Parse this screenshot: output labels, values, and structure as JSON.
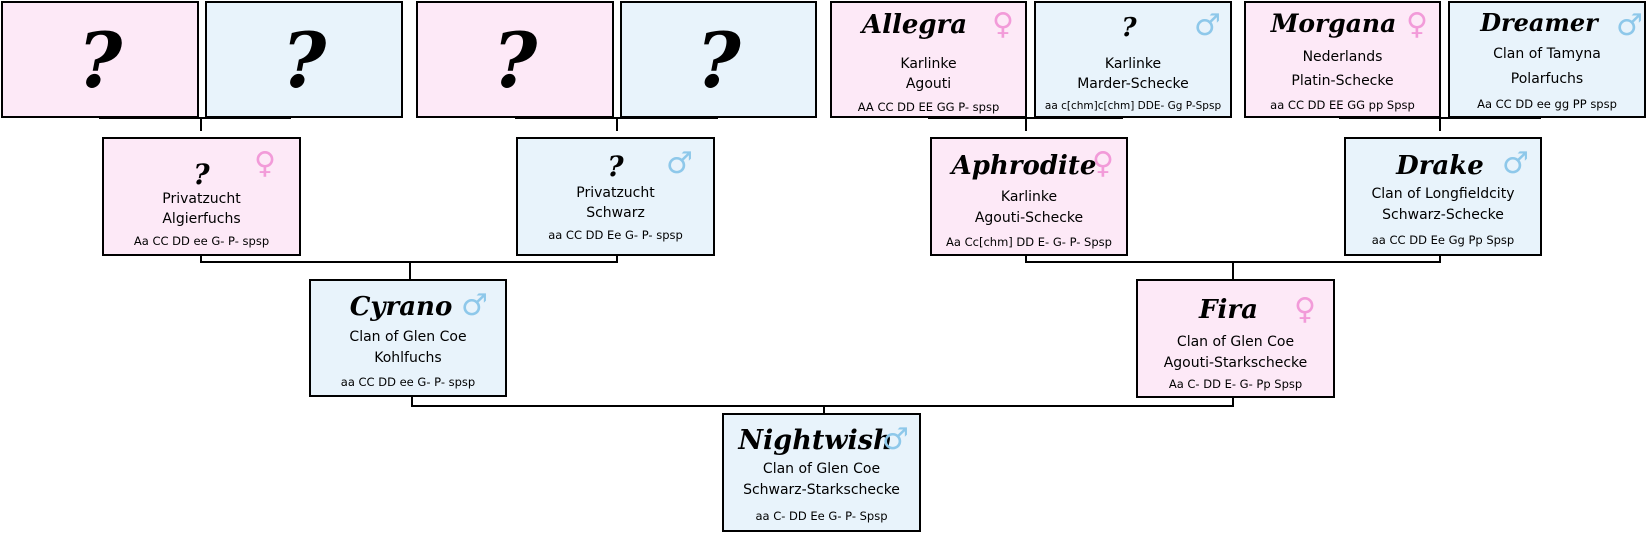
{
  "diagram_title": "",
  "symbols": {
    "female": "♀",
    "male": "♂",
    "unknown": "?"
  },
  "colors": {
    "female_bg": "#fde9f7",
    "male_bg": "#e8f3fb",
    "female_symbol": "#f29bd9",
    "male_symbol": "#8ec8ea",
    "border": "#000000",
    "connector": "#000000"
  },
  "generation4": {
    "ggp1": {
      "name": "?",
      "sex": "female"
    },
    "ggp2": {
      "name": "?",
      "sex": "male"
    },
    "ggp3": {
      "name": "?",
      "sex": "female"
    },
    "ggp4": {
      "name": "?",
      "sex": "male"
    },
    "ggp5": {
      "name": "Allegra",
      "sex": "female",
      "kennel": "Karlinke",
      "color": "Agouti",
      "genetics": "AA CC DD EE GG P- spsp"
    },
    "ggp6": {
      "name": "?",
      "sex": "male",
      "kennel": "Karlinke",
      "color": "Marder-Schecke",
      "genetics": "aa c[chm]c[chm] DDE- Gg P-Spsp"
    },
    "ggp7": {
      "name": "Morgana",
      "sex": "female",
      "kennel": "Nederlands",
      "color": "Platin-Schecke",
      "genetics": "aa CC DD EE GG pp Spsp"
    },
    "ggp8": {
      "name": "Dreamer",
      "sex": "male",
      "kennel": "Clan of Tamyna",
      "color": "Polarfuchs",
      "genetics": "Aa CC DD ee gg PP spsp"
    }
  },
  "generation3": {
    "gp1": {
      "name": "?",
      "sex": "female",
      "kennel": "Privatzucht",
      "color": "Algierfuchs",
      "genetics": "Aa CC DD ee G- P- spsp"
    },
    "gp2": {
      "name": "?",
      "sex": "male",
      "kennel": "Privatzucht",
      "color": "Schwarz",
      "genetics": "aa CC DD Ee G- P- spsp"
    },
    "gp3": {
      "name": "Aphrodite",
      "sex": "female",
      "kennel": "Karlinke",
      "color": "Agouti-Schecke",
      "genetics": "Aa Cc[chm] DD E- G- P- Spsp"
    },
    "gp4": {
      "name": "Drake",
      "sex": "male",
      "kennel": "Clan of Longfieldcity",
      "color": "Schwarz-Schecke",
      "genetics": "aa CC DD Ee Gg Pp Spsp"
    }
  },
  "generation2": {
    "sire": {
      "name": "Cyrano",
      "sex": "male",
      "kennel": "Clan of Glen Coe",
      "color": "Kohlfuchs",
      "genetics": "aa CC DD ee G- P- spsp"
    },
    "dam": {
      "name": "Fira",
      "sex": "female",
      "kennel": "Clan of Glen Coe",
      "color": "Agouti-Starkschecke",
      "genetics": "Aa C- DD E- G- Pp Spsp"
    }
  },
  "generation1": {
    "subject": {
      "name": "Nightwish",
      "sex": "male",
      "kennel": "Clan of Glen Coe",
      "color": "Schwarz-Starkschecke",
      "genetics": "aa C- DD Ee G- P- Spsp"
    }
  }
}
